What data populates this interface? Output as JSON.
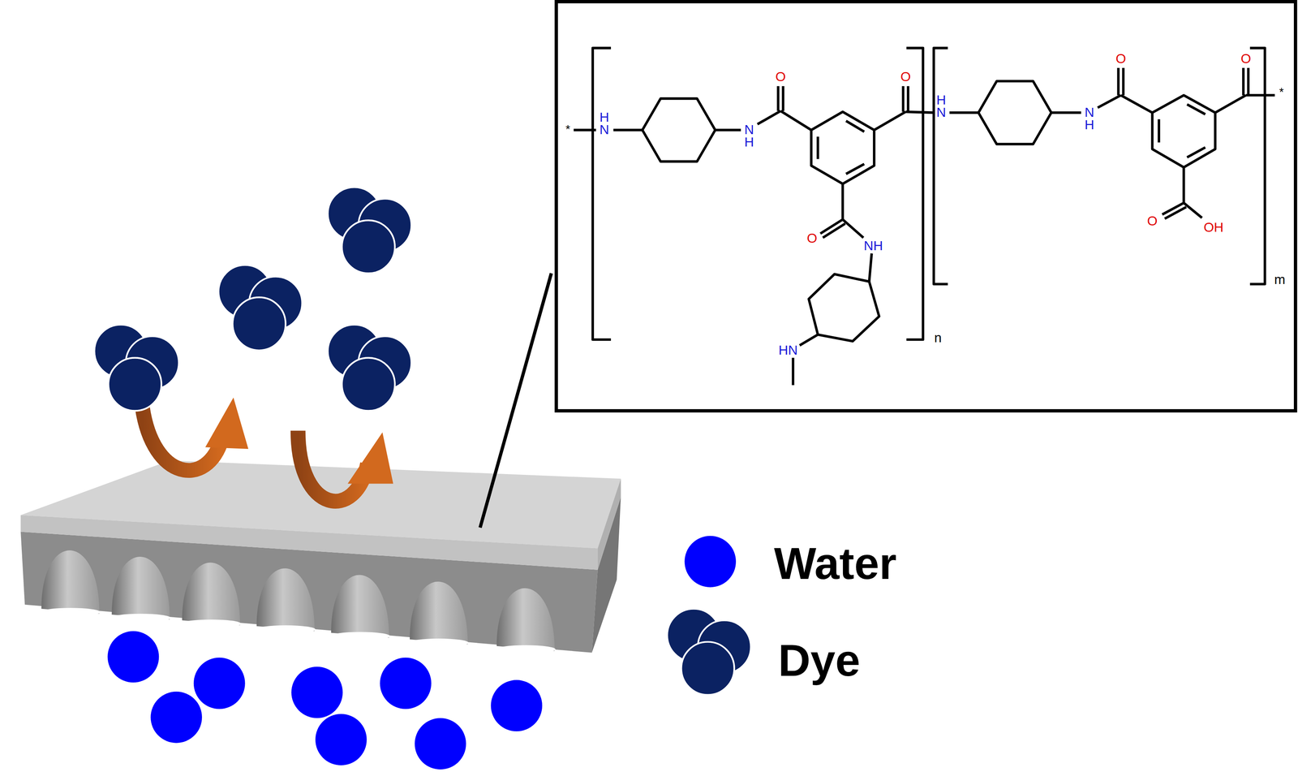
{
  "diagram": {
    "labels": [
      "*",
      "H",
      "N",
      "O",
      "N",
      "H",
      "O",
      "H",
      "N",
      "O",
      "NH",
      "HN",
      "n",
      "N",
      "H",
      "O",
      "O",
      "*",
      "O",
      "OH",
      "m"
    ],
    "legend": [
      {
        "text": "Water",
        "color": "#0000ff"
      },
      {
        "text": "Dye",
        "color": "#0b2262"
      }
    ]
  }
}
